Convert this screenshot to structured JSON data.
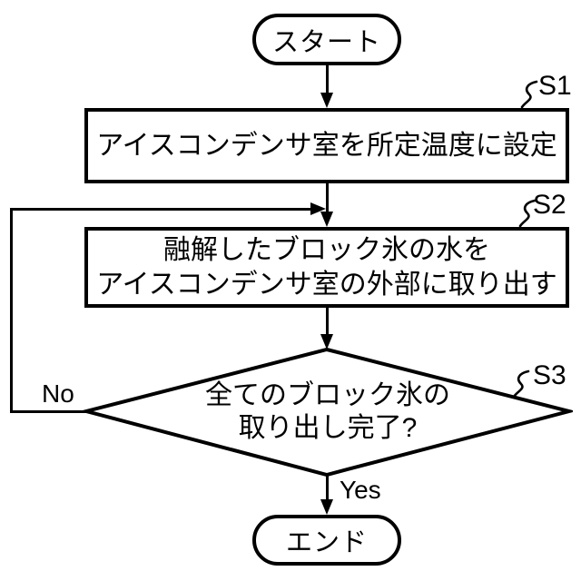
{
  "nodes": {
    "start": {
      "label": "スタート"
    },
    "s1": {
      "ref": "S1",
      "text": "アイスコンデンサ室を所定温度に設定"
    },
    "s2": {
      "ref": "S2",
      "line1": "融解したブロック氷の水を",
      "line2": "アイスコンデンサ室の外部に取り出す"
    },
    "s3": {
      "ref": "S3",
      "line1": "全てのブロック氷の",
      "line2": "取り出し完了?"
    },
    "end": {
      "label": "エンド"
    }
  },
  "edges": {
    "no_label": "No",
    "yes_label": "Yes"
  },
  "colors": {
    "line": "#000000",
    "background": "#ffffff"
  }
}
